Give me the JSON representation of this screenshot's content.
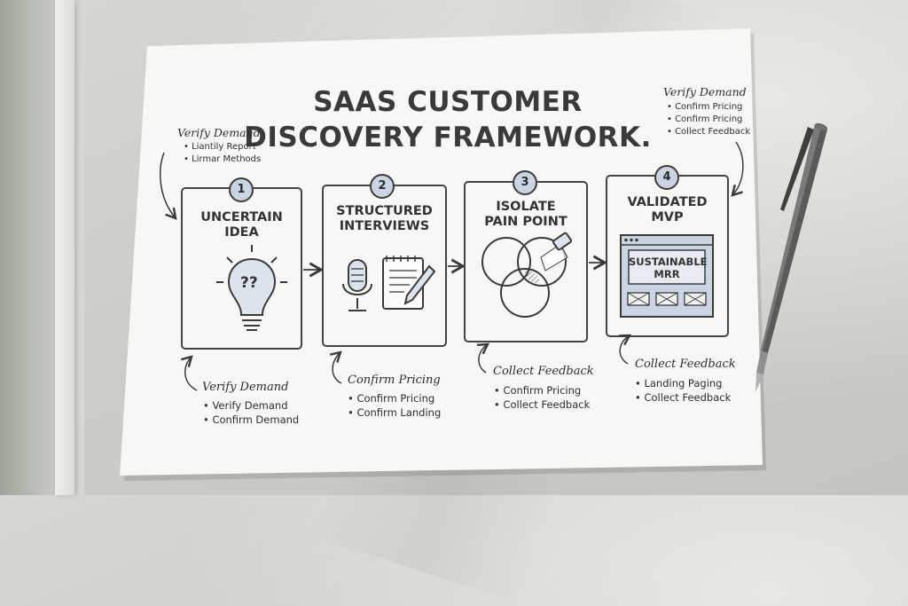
{
  "title_line1": "SAAS CUSTOMER",
  "title_line2": "DISCOVERY FRAMEWORK.",
  "top_notes": [
    {
      "head": "Verify Demand",
      "items": [
        "Liantily Report",
        "Lirmar Methods"
      ]
    },
    {
      "head": "Verify Demand",
      "items": [
        "Confirm Pricing",
        "Confirm Pricing",
        "Collect Feedback"
      ]
    }
  ],
  "steps": [
    {
      "number": "1",
      "title_line1": "UNCERTAIN",
      "title_line2": "IDEA",
      "icon": "lightbulb-question-icon",
      "icon_text": "??"
    },
    {
      "number": "2",
      "title_line1": "STRUCTURED",
      "title_line2": "INTERVIEWS",
      "icon": "microphone-notepad-icon"
    },
    {
      "number": "3",
      "title_line1": "ISOLATE",
      "title_line2": "PAIN POINT",
      "icon": "venn-spotlight-icon"
    },
    {
      "number": "4",
      "title_line1": "VALIDATED",
      "title_line2": "MVP",
      "icon": "browser-window-icon",
      "mrr_line1": "SUSTAINABLE",
      "mrr_line2": "MRR"
    }
  ],
  "bottom_notes": [
    {
      "head": "Verify Demand",
      "items": [
        "Verify Demand",
        "Confirm Demand"
      ]
    },
    {
      "head": "Confirm Pricing",
      "items": [
        "Confirm Pricing",
        "Confirm Landing"
      ]
    },
    {
      "head": "Collect Feedback",
      "items": [
        "Confirm Pricing",
        "Collect Feedback"
      ]
    },
    {
      "head": "Collect Feedback",
      "items": [
        "Landing Paging",
        "Collect Feedback"
      ]
    }
  ],
  "colors": {
    "paper": "#f7f7f5",
    "ink": "#3a3a3c",
    "accent_blue": "#c9d5e2",
    "pen": "#4a4a4a"
  }
}
